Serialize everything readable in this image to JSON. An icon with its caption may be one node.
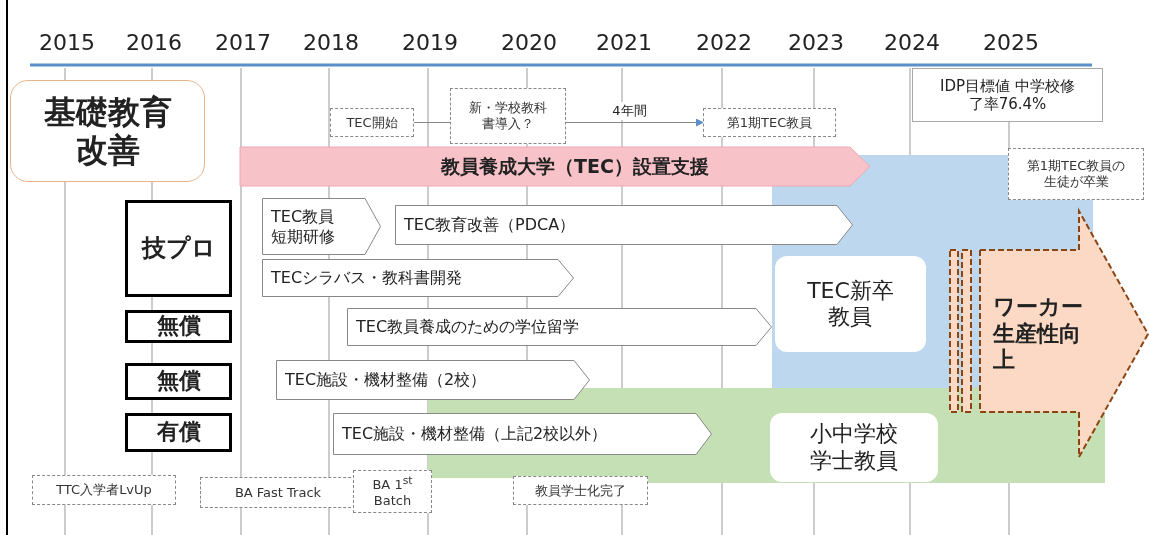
{
  "diagram": {
    "nodes": [
      {
        "text": [
          "基礎教育改善"
        ]
      },
      {
        "text": [
          "TEC開始"
        ]
      },
      {
        "text": [
          "新・学校教科書導入？"
        ]
      },
      {
        "text": [
          "第1期TEC教員"
        ]
      },
      {
        "text": [
          "IDP目標値 中学校修了率76.4%"
        ]
      },
      {
        "text": [
          "教員養成大学（TEC）設置支援"
        ]
      },
      {
        "text": [
          "第1期TEC教員の生徒が卒業"
        ]
      },
      {
        "text": [
          "技プロ"
        ]
      },
      {
        "text": [
          "TEC教員短期研修"
        ]
      },
      {
        "text": [
          "TEC教育改善（PDCA）"
        ]
      },
      {
        "text": [
          "TECシラバス・教科書開発"
        ]
      },
      {
        "text": [
          "無償"
        ]
      },
      {
        "text": [
          "TEC教員養成のための学位留学"
        ]
      },
      {
        "text": [
          "TEC新卒教員"
        ]
      },
      {
        "text": [
          "ワーカー生産性向上"
        ]
      },
      {
        "text": [
          "無償"
        ]
      },
      {
        "text": [
          "TEC施設・機材整備（2校）"
        ]
      },
      {
        "text": [
          "有償"
        ]
      },
      {
        "text": [
          "TEC施設・機材整備（上記2校以外）"
        ]
      },
      {
        "text": [
          "小中学校学士教員"
        ]
      },
      {
        "text": [
          "TTC入学者LvUp"
        ]
      },
      {
        "text": [
          "BA Fast Track"
        ]
      },
      {
        "text": [
          "BA 1$^{st}$ Batch"
        ]
      },
      {
        "text": [
          "教員学士化完了"
        ]
      }
    ],
    "edges": [
      {
        "from": 1,
        "to": 2,
        "arrow": "none"
      },
      {
        "from": 2,
        "to": 3,
        "arrow": "to",
        "label": "4年間"
      }
    ],
    "labels": [
      "2015",
      "2016",
      "2017",
      "2018",
      "2019",
      "2020",
      "2021",
      "2022",
      "2023",
      "2024",
      "2025"
    ]
  }
}
